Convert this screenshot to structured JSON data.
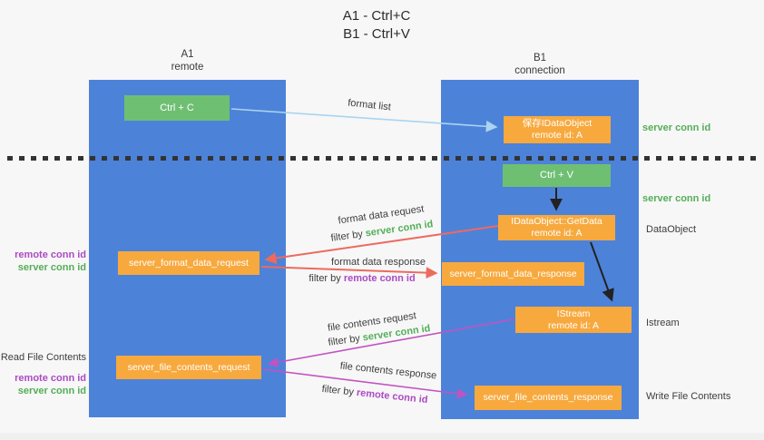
{
  "title": {
    "line1": "A1 - Ctrl+C",
    "line2": "B1 - Ctrl+V"
  },
  "columns": {
    "a": {
      "name": "A1",
      "role": "remote"
    },
    "b": {
      "name": "B1",
      "role": "connection"
    }
  },
  "boxes": {
    "ctrl_c": {
      "label": "Ctrl + C"
    },
    "save_dataobject": {
      "line1": "保存IDataObject",
      "line2": "remote id: A"
    },
    "ctrl_v": {
      "label": "Ctrl + V"
    },
    "getdata": {
      "line1": "IDataObject::GetData",
      "line2": "remote id: A"
    },
    "format_request": {
      "label": "server_format_data_request"
    },
    "format_response": {
      "label": "server_format_data_response"
    },
    "istream": {
      "line1": "IStream",
      "line2": "remote id: A"
    },
    "file_request": {
      "label": "server_file_contents_request"
    },
    "file_response": {
      "label": "server_file_contents_response"
    }
  },
  "side_labels": {
    "server_conn_id_top": "server conn id",
    "server_conn_id_mid": "server conn id",
    "dataobject": "DataObject",
    "istream": "Istream",
    "write_file_contents": "Write File Contents",
    "read_file_contents": "Read File Contents",
    "left_top": {
      "remote": "remote conn id",
      "server": "server conn id"
    },
    "left_bottom": {
      "remote": "remote conn id",
      "server": "server conn id"
    }
  },
  "edge_labels": {
    "format_list": "format list",
    "format_data_request": "format data request",
    "filter_server_1": {
      "prefix": "filter by ",
      "highlight": "server conn id"
    },
    "format_data_response": "format data response",
    "filter_remote_1": {
      "prefix": "filter by ",
      "highlight": "remote conn id"
    },
    "file_contents_request": "file contents request",
    "filter_server_2": {
      "prefix": "filter by ",
      "highlight": "server conn id"
    },
    "file_contents_response": "file contents response",
    "filter_remote_2": {
      "prefix": "filter by ",
      "highlight": "remote conn id"
    }
  },
  "colors": {
    "background": "#f7f7f7",
    "column_blue": "#4d82d9",
    "box_green": "#6fbf73",
    "box_orange": "#f7a93e",
    "arrow_lightblue": "#aad4f0",
    "arrow_red": "#ed6a5f",
    "arrow_magenta": "#c153c1",
    "arrow_black": "#222222",
    "text_green": "#53ae57",
    "text_purple": "#ab4ac2"
  }
}
